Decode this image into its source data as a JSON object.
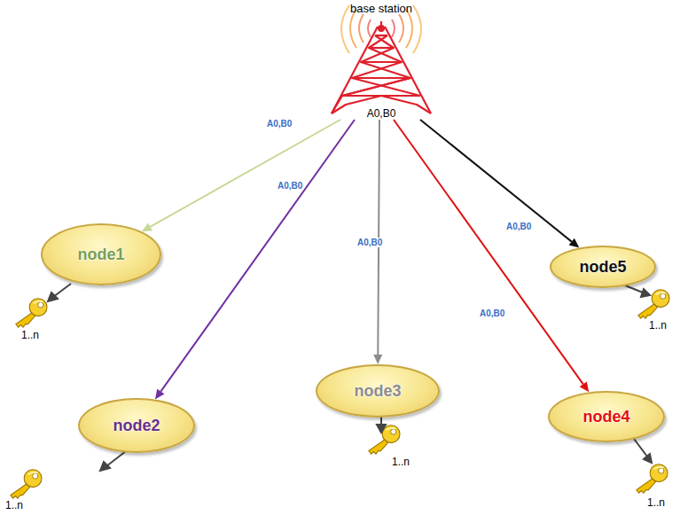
{
  "diagram": {
    "nodes": [
      {
        "text": [
          "base station",
          "A0,B0"
        ]
      },
      {
        "text": [
          "node1"
        ]
      },
      {
        "text": [
          "node2"
        ]
      },
      {
        "text": [
          "node3"
        ]
      },
      {
        "text": [
          "node4"
        ]
      },
      {
        "text": [
          "node5"
        ]
      }
    ],
    "edges": [
      {
        "from": 0,
        "to": 1,
        "arrow": "to",
        "label": "A0,B0"
      },
      {
        "from": 0,
        "to": 2,
        "arrow": "to",
        "label": "A0,B0"
      },
      {
        "from": 0,
        "to": 3,
        "arrow": "to",
        "label": "A0,B0"
      },
      {
        "from": 0,
        "to": 4,
        "arrow": "to",
        "label": "A0,B0"
      },
      {
        "from": 0,
        "to": 5,
        "arrow": "to",
        "label": "A0,B0"
      }
    ],
    "labels": [
      "1..n",
      "1..n",
      "1..n",
      "1..n",
      "1..n"
    ]
  }
}
